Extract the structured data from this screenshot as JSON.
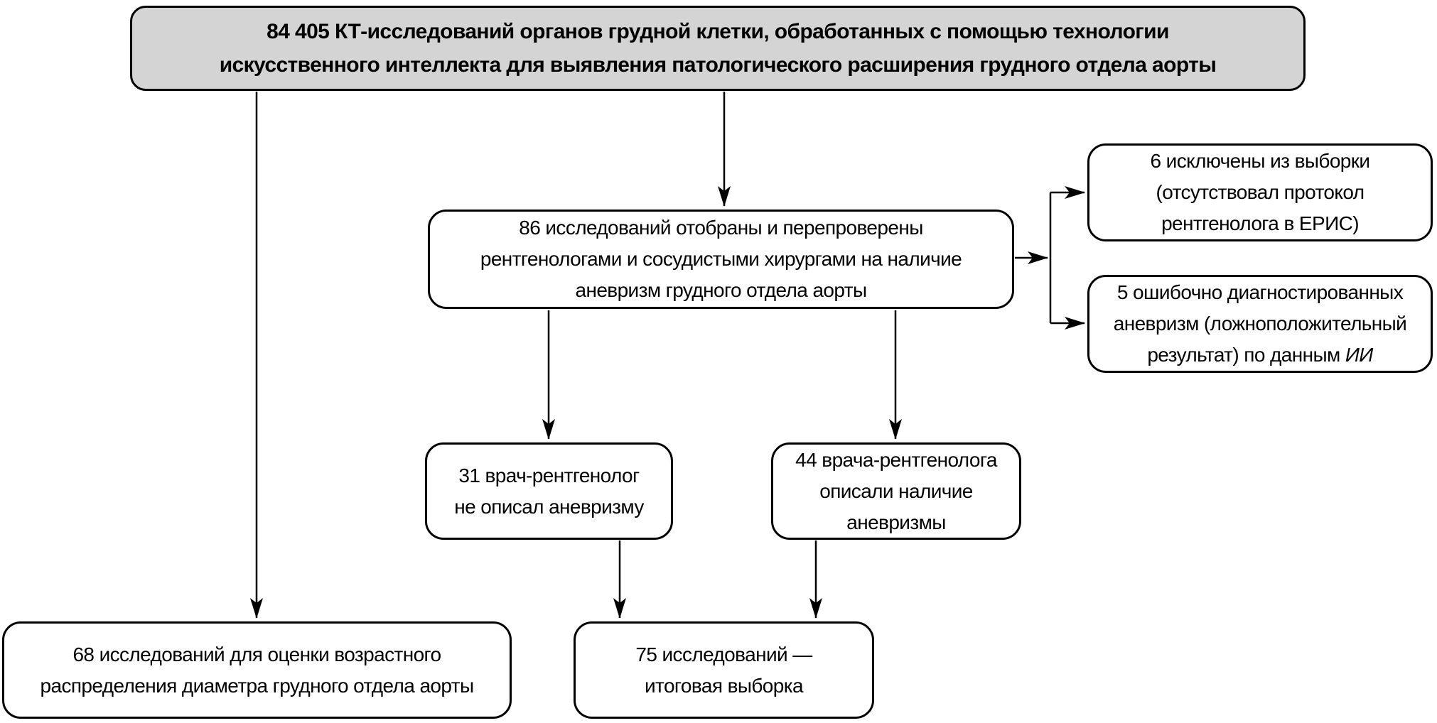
{
  "diagram": {
    "colors": {
      "title_fill": "#d4d4d4",
      "box_fill": "#ffffff",
      "border": "#000000",
      "text": "#000000"
    },
    "title_box": {
      "lines": [
        "84 405 КТ-исследований органов грудной клетки, обработанных с помощью технологии",
        "искусственного интеллекта для выявления патологического расширения грудного отдела аорты"
      ]
    },
    "review_box": {
      "lines": [
        "86 исследований отобраны и перепроверены",
        "рентгенологами и сосудистыми хирургами на наличие",
        "аневризм грудного отдела аорты"
      ]
    },
    "excluded_box": {
      "lines": [
        "6 исключены из выборки",
        "(отсутствовал протокол",
        "рентгенолога в ЕРИС)"
      ]
    },
    "false_positive_box": {
      "lines": [
        "5 ошибочно диагностированных",
        "аневризм (ложноположительный"
      ],
      "last_line_text": "результат) по данным ",
      "last_line_italic": "ИИ"
    },
    "no_aneurysm_box": {
      "lines": [
        "31 врач-рентгенолог",
        "не описал аневризму"
      ]
    },
    "aneurysm_box": {
      "lines": [
        "44 врача-рентгенолога",
        "описали наличие",
        "аневризмы"
      ]
    },
    "age_distribution_box": {
      "lines": [
        "68 исследований для оценки возрастного",
        "распределения диаметра грудного отдела аорты"
      ]
    },
    "final_sample_box": {
      "lines": [
        "75 исследований —",
        "итоговая выборка"
      ]
    }
  }
}
